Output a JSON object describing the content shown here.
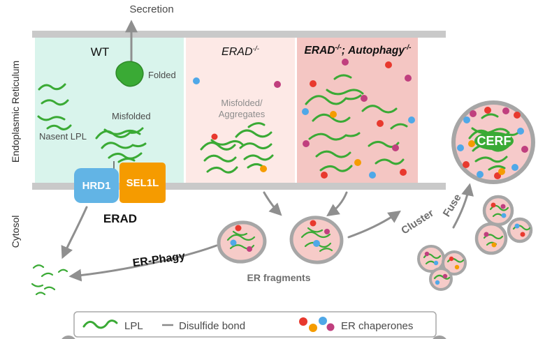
{
  "colors": {
    "lpl_green": "#3aaa35",
    "membrane_gray": "#c9c9c9",
    "wt_panel_bg": "#d9f4ec",
    "erad_panel_bg": "#fde9e6",
    "erad_autophagy_panel_bg": "#f4c6c3",
    "hrd1_blue": "#62b4e5",
    "sel1l_orange": "#f59b00",
    "vesicle_fill": "#f6cbc8",
    "vesicle_stroke": "#a6a6a6",
    "arrow_gray": "#8f8f8f",
    "chaperone_red": "#e8392e",
    "chaperone_orange": "#f59c00",
    "chaperone_blue": "#4fa8e8",
    "chaperone_magenta": "#c03f7e"
  },
  "labels": {
    "secretion": "Secretion",
    "axis_er": "Endoplasmic Reticulum",
    "axis_cytosol": "Cytosol",
    "wt_title": "WT",
    "erad_title_base": "ERAD",
    "erad_title_sup": "-/-",
    "double_title_base1": "ERAD",
    "double_title_sup1": "-/-",
    "double_title_sep": ";",
    "double_title_base2": "Autophagy",
    "double_title_sup2": "-/-",
    "folded": "Folded",
    "misfolded": "Misfolded",
    "nascent_lpl": "Nasent LPL",
    "misfolded_line1": "Misfolded/",
    "misfolded_line2": "Aggregates",
    "hrd1": "HRD1",
    "sel1l": "SEL1L",
    "erad": "ERAD",
    "er_phagy": "ER-Phagy",
    "er_fragments": "ER fragments",
    "cluster": "Cluster",
    "fuse": "Fuse",
    "cerf": "CERF"
  },
  "legend": {
    "lpl": "LPL",
    "disulfide_bond": "Disulfide bond",
    "er_chaperones": "ER chaperones"
  }
}
